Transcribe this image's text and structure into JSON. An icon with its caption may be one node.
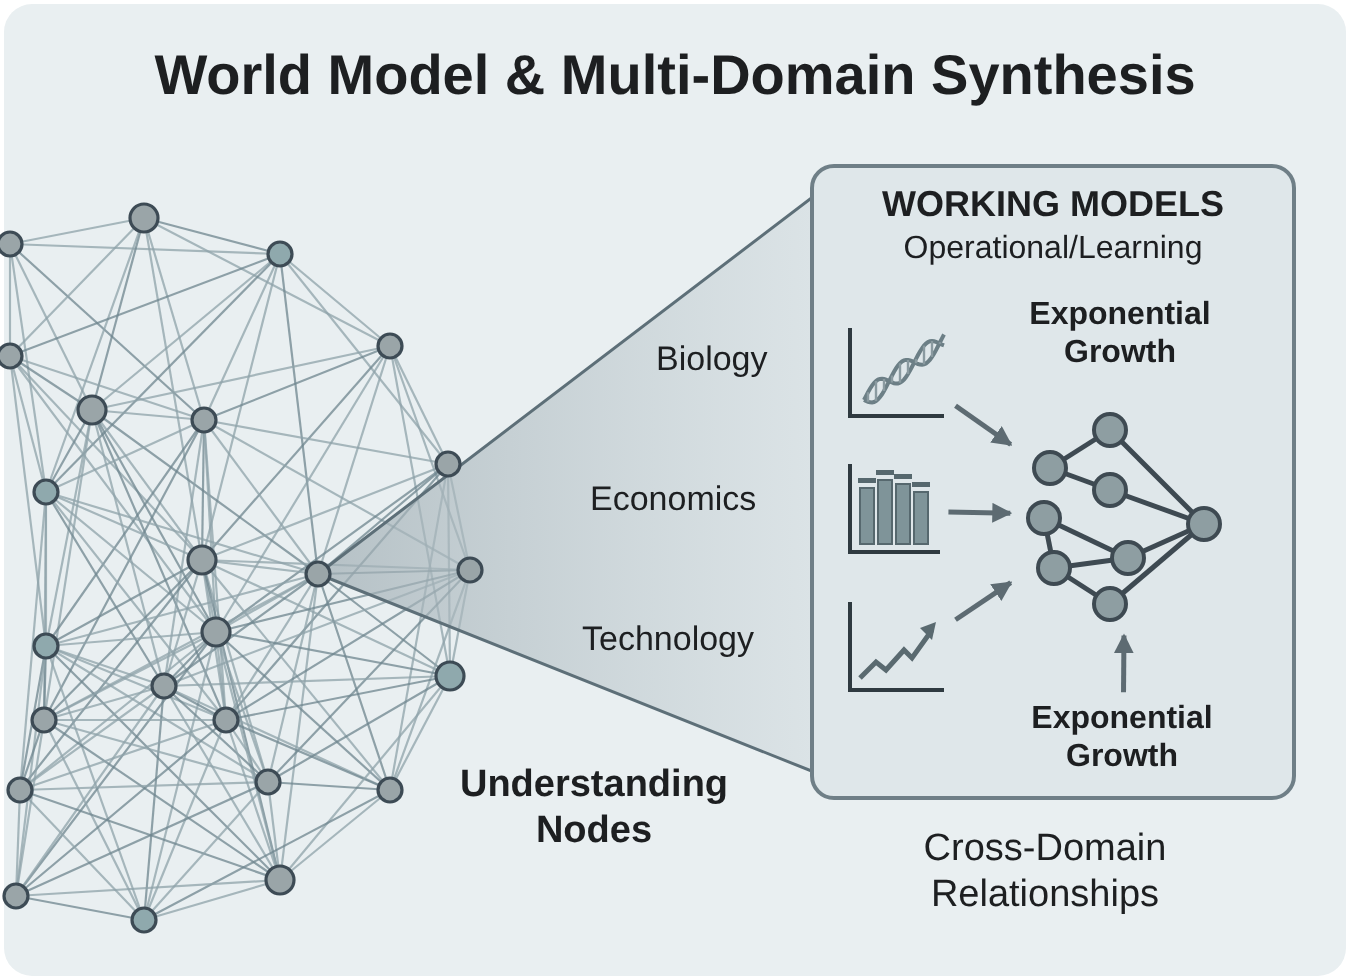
{
  "diagram": {
    "title": "World Model & Multi-Domain Synthesis",
    "nodes": [
      {
        "text": [
          "WORKING MODELS",
          "Operational/Learning"
        ]
      },
      {
        "text": [],
        "shape": "picture",
        "in": 0
      },
      {
        "text": [],
        "shape": "picture",
        "in": 0
      },
      {
        "text": [],
        "shape": "picture",
        "in": 0
      },
      {
        "text": [],
        "shape": "picture",
        "in": 0
      },
      {
        "text": [
          "Exponential Growth"
        ],
        "in": 0
      }
    ],
    "edges": [
      {
        "from": 1,
        "to": 4,
        "arrow": "to"
      },
      {
        "from": 2,
        "to": 4,
        "arrow": "to"
      },
      {
        "from": 3,
        "to": 4,
        "arrow": "to"
      },
      {
        "from": 5,
        "to": 4,
        "arrow": "to"
      }
    ],
    "labels": [
      "Biology",
      "Exponential Growth",
      "Economics",
      "Technology",
      "Understanding Nodes",
      "Cross-Domain Relationships"
    ]
  }
}
